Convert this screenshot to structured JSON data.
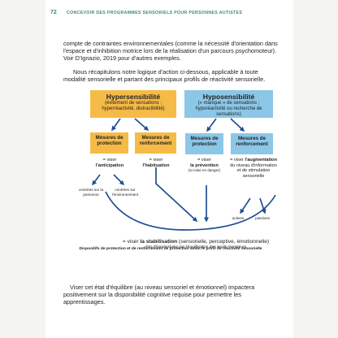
{
  "header": {
    "page_number": "72",
    "running_title": "CONCEVOIR DES PROGRAMMES SENSORIELS POUR PERSONNES AUTISTES"
  },
  "paragraphs": {
    "p1": "compte de contraintes environnementales (comme la nécessité d'orientation dans l'espace et d'inhibition motrice lors de la réalisation d'un parcours psychomoteur). Voir D'Ignazio, 2019 pour d'autres exemples.",
    "p2": "Nous récapitulons notre logique d'action ci-dessous, applicable à toute modalité sensorielle et partant des principaux profils de réactivité sensorielle.",
    "p3": "Viser cet état d'équilibre (au niveau sensoriel et émotionnel) impactera positivement sur la disponibilité cognitive requise pour permettre les apprentissages."
  },
  "diagram": {
    "hyper": {
      "title": "Hypersensibilité",
      "subtitle": "(évitement de sensations ; hyperréactivité, distractibilité)"
    },
    "hypo": {
      "title": "Hyposensibilité",
      "subtitle": "(« manque » de sensations ; hyporéactivité ou recherche de sensations)"
    },
    "measures": {
      "protection": "Mesures de protection",
      "reinforcement": "Mesures de renforcement"
    },
    "aims": {
      "hyper_protection": {
        "prefix": "= viser",
        "key": "l'anticipation"
      },
      "hyper_reinforcement": {
        "prefix": "= viser",
        "key": "l'habituation"
      },
      "hypo_protection": {
        "prefix": "= viser",
        "key": "la prévention",
        "note": "(si mise en danger)"
      },
      "hypo_reinforcement": {
        "prefix": "= viser",
        "key": "l'augmentation",
        "rest": "du niveau d'information et de stimulation sensorielle"
      }
    },
    "leaves": {
      "person": "centrées sur la personne",
      "environment": "centrées sur l'environnement",
      "active": "actives",
      "passive": "passives"
    },
    "stabilisation": {
      "prefix": "= viser",
      "key": "la stabilisation",
      "rest": "(sensorielle, perceptive, émotionnelle)",
      "note": "état d'homéostasie par l'équilibration des seuils récepteurs"
    },
    "caption": "Dispositifs de protection et de renforcement de protection selon le profil de réactivité sensorielle"
  },
  "colors": {
    "header_green": "#3f8a6f",
    "orange_box": "#f6bb47",
    "blue_box": "#8cc7e7",
    "arrow_blue": "#1f4e96"
  }
}
